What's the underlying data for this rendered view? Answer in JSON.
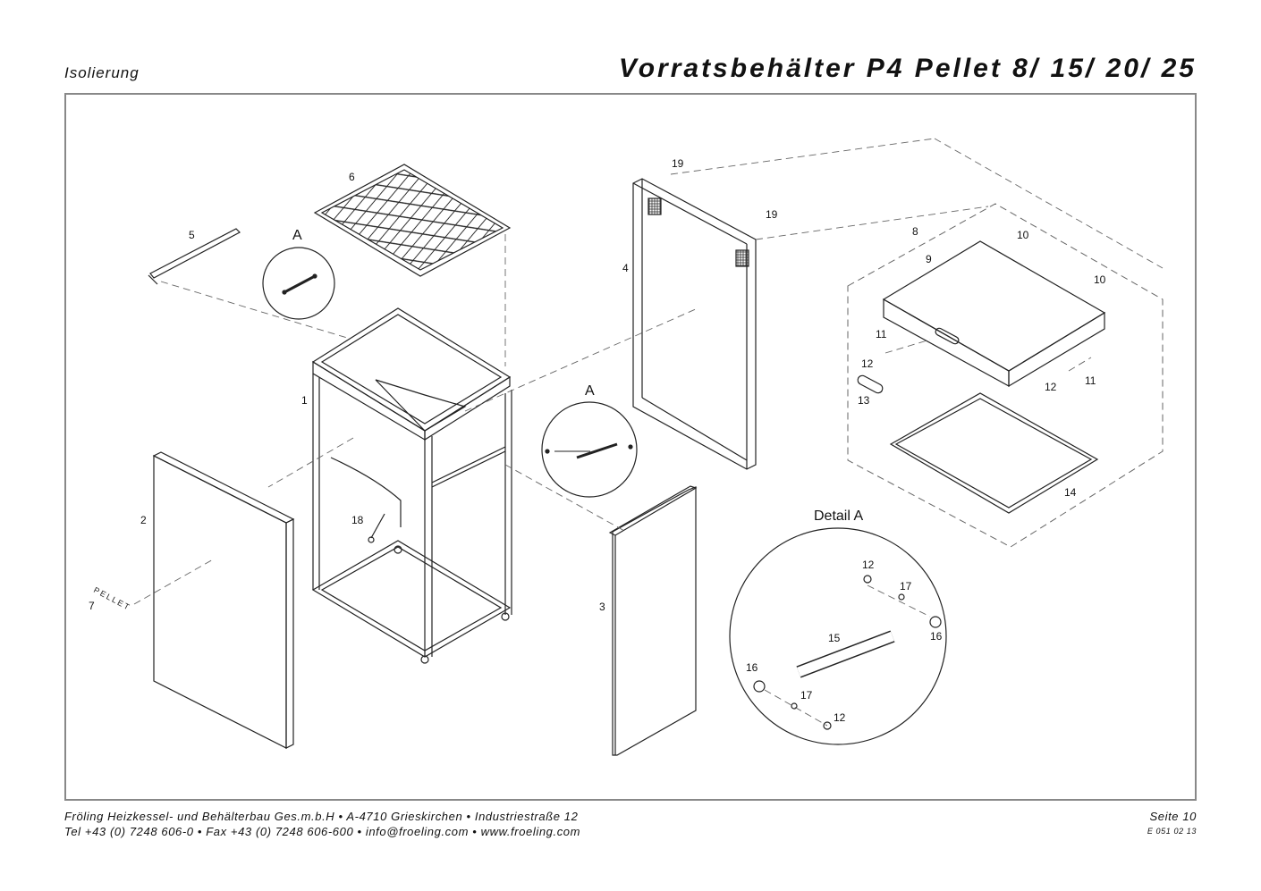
{
  "header": {
    "section": "Isolierung",
    "title": "Vorratsbehälter P4 Pellet 8/ 15/ 20/ 25"
  },
  "callouts": {
    "c1": "1",
    "c2": "2",
    "c3": "3",
    "c4": "4",
    "c5": "5",
    "c6": "6",
    "c7": "7",
    "c8": "8",
    "c9": "9",
    "c10a": "10",
    "c10b": "10",
    "c11a": "11",
    "c11b": "11",
    "c12a": "12",
    "c12b": "12",
    "c13": "13",
    "c14": "14",
    "c18": "18",
    "c19a": "19",
    "c19b": "19",
    "detail_a_1": "A",
    "detail_a_2": "A",
    "detail_label": "Detail A",
    "d12a": "12",
    "d17a": "17",
    "d16a": "16",
    "d15": "15",
    "d16b": "16",
    "d17b": "17",
    "d12b": "12"
  },
  "logo_text": "PELLET",
  "footer": {
    "line1": "Fröling Heizkessel- und Behälterbau Ges.m.b.H  •  A-4710 Grieskirchen  •  Industriestraße 12",
    "line2": "Tel +43 (0) 7248 606-0  •  Fax +43 (0) 7248 606-600  •  info@froeling.com  •  www.froeling.com",
    "page": "Seite 10",
    "code": "E 051 02 13"
  },
  "colors": {
    "line": "#222222",
    "frame": "#888888",
    "dash": "#666666"
  }
}
